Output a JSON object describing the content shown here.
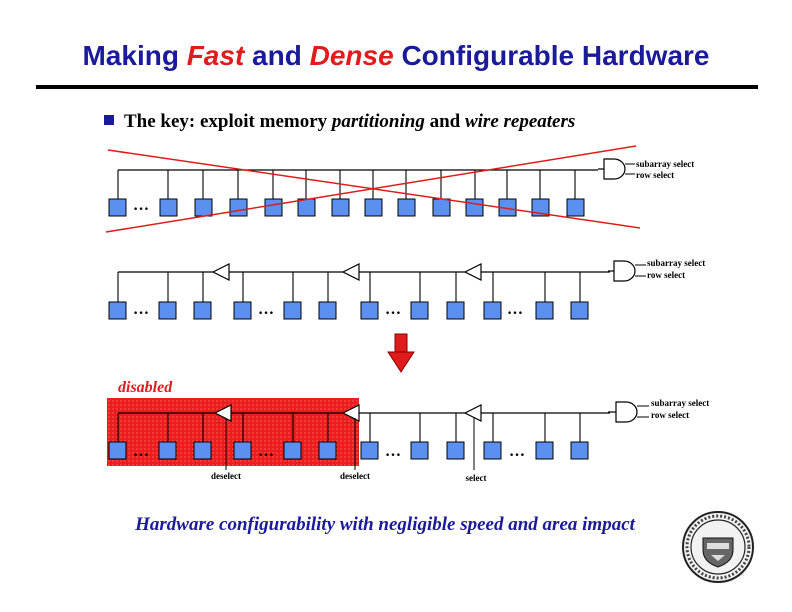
{
  "title": {
    "prefix": "Making ",
    "fast": "Fast",
    "mid": " and ",
    "dense": "Dense",
    "suffix": " Configurable Hardware"
  },
  "bullet": {
    "prefix": "The key: exploit memory ",
    "term1": "partitioning",
    "mid": " and ",
    "term2": "wire repeaters"
  },
  "labels": {
    "subarray_select": "subarray select",
    "row_select": "row select",
    "disabled": "disabled",
    "deselect": "deselect",
    "select": "select",
    "ellipsis": "…"
  },
  "footer": "Hardware configurability with negligible speed and area impact",
  "colors": {
    "title": "#1a1a9a",
    "accent_red": "#e01b1b",
    "cell_fill": "#5b8ff0",
    "disabled_fill": "#ee1c1c"
  },
  "icons": {
    "bullet": "square-bullet-icon",
    "arrow": "down-arrow-icon",
    "seal": "university-seal-icon"
  }
}
